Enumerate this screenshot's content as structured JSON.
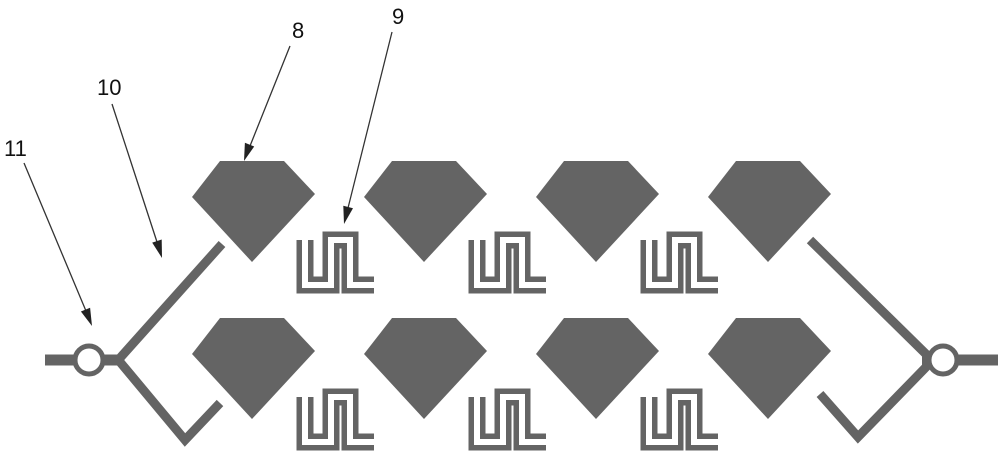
{
  "labels": {
    "element": "8",
    "meander": "9",
    "feedline": "10",
    "port": "11"
  },
  "colors": {
    "metal": "#646464",
    "background": "#ffffff",
    "text": "#111111"
  }
}
